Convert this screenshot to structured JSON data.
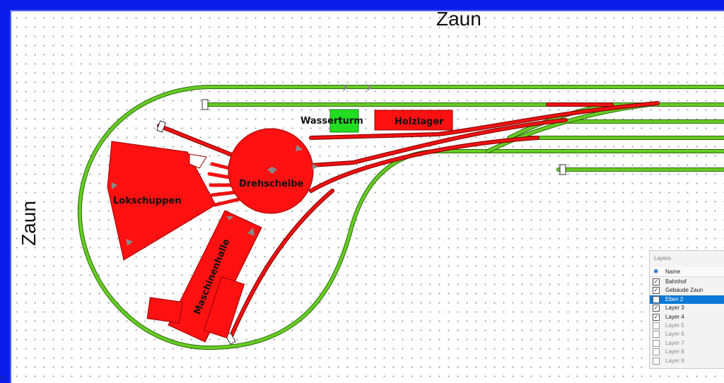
{
  "canvas": {
    "labels": {
      "zaun_top": "Zaun",
      "zaun_left": "Zaun",
      "wasserturm": "Wasserturm",
      "holzlager": "Holzlager",
      "drehscheibe": "Drehscheibe",
      "lokschuppen": "Lokschuppen",
      "maschinenhalle": "Maschinenhalle"
    },
    "colors": {
      "frame": "#0a1de8",
      "track_green": "#66cc22",
      "track_red": "#ee1111",
      "building_red": "#ff1111",
      "wasserturm_green": "#22dd22"
    }
  },
  "layers_panel": {
    "title": "Layers",
    "header_icon": "gear-icon",
    "column_name": "Name",
    "items": [
      {
        "label": "Bahnhof",
        "checked": true,
        "selected": false
      },
      {
        "label": "Gebaude Zaun",
        "checked": true,
        "selected": false
      },
      {
        "label": "Eben 2",
        "checked": true,
        "selected": true
      },
      {
        "label": "Layer 3",
        "checked": true,
        "selected": false
      },
      {
        "label": "Layer 4",
        "checked": true,
        "selected": false
      },
      {
        "label": "Layer 5",
        "checked": false,
        "selected": false
      },
      {
        "label": "Layer 6",
        "checked": false,
        "selected": false
      },
      {
        "label": "Layer 7",
        "checked": false,
        "selected": false
      },
      {
        "label": "Layer 8",
        "checked": false,
        "selected": false
      },
      {
        "label": "Layer 9",
        "checked": false,
        "selected": false
      }
    ]
  }
}
